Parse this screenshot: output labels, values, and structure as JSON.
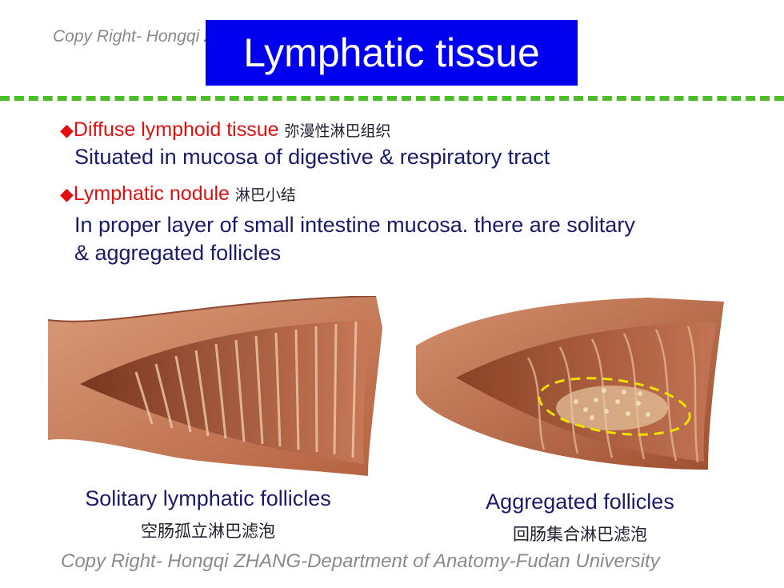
{
  "header": {
    "copyright_top": "Copy Right- Hongqi ZHANG-Department of Anatomy-Fudan University",
    "title": "Lymphatic tissue"
  },
  "bullets": [
    {
      "symbol": "◆",
      "label": "Diffuse lymphoid tissue",
      "label_zh": "弥漫性淋巴组织",
      "text": "Situated in mucosa of digestive & respiratory tract"
    },
    {
      "symbol": "◆",
      "label": "Lymphatic nodule",
      "label_zh": "淋巴小结",
      "text_line1": "In proper layer of small intestine mucosa. there are solitary",
      "text_line2": "& aggregated follicles"
    }
  ],
  "figures": [
    {
      "caption": "Solitary lymphatic follicles",
      "caption_zh": "空肠孤立淋巴滤泡"
    },
    {
      "caption": "Aggregated follicles",
      "caption_zh": "回肠集合淋巴滤泡"
    }
  ],
  "footer": {
    "copyright_bottom": "Copy Right- Hongqi ZHANG-Department of Anatomy-Fudan University"
  },
  "colors": {
    "title_bg": "#0000ee",
    "divider": "#4cbd2a",
    "bullet_label": "#e01010",
    "body_text": "#1a1a6a",
    "highlight_outline": "#f0e000"
  }
}
